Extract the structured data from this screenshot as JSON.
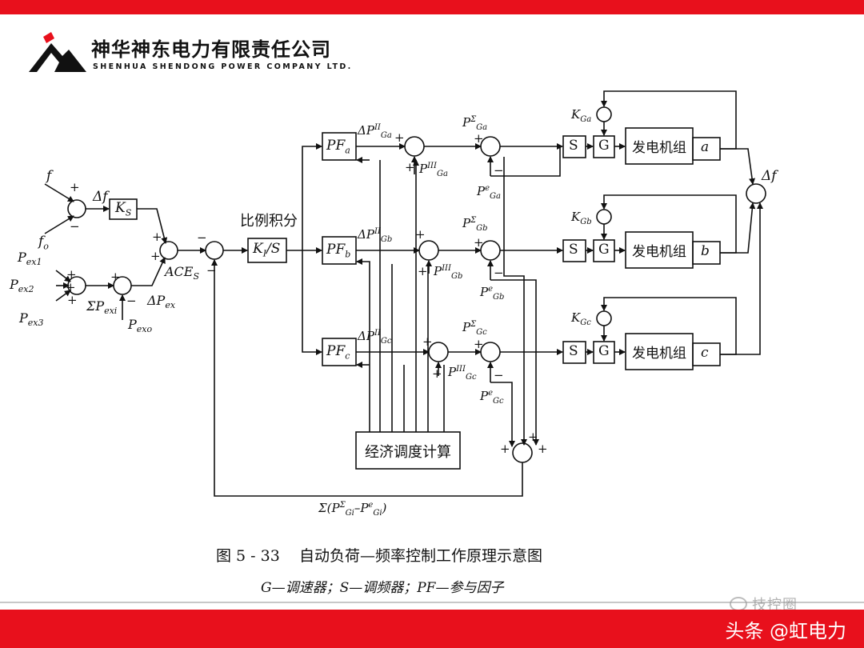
{
  "header": {
    "company_cn": "神华神东电力有限责任公司",
    "company_en": "SHENHUA SHENDONG POWER COMPANY LTD."
  },
  "diagram": {
    "blocks": {
      "ks": "K",
      "ks_sub": "S",
      "ki": "K",
      "ki_sub": "I",
      "ki_suffix": "/S",
      "pi_label": "比例积分",
      "pfa": "PF",
      "pfa_sub": "a",
      "pfb": "PF",
      "pfb_sub": "b",
      "pfc": "PF",
      "pfc_sub": "c",
      "s": "S",
      "g": "G",
      "gen": "发电机组",
      "gen_a": "a",
      "gen_b": "b",
      "gen_c": "c",
      "econ": "经济调度计算"
    },
    "labels": {
      "f": "f",
      "fo": "f",
      "fo_sub": "o",
      "delta_f": "Δf",
      "delta_f_right": "Δf",
      "pex1": "P",
      "pex1_sub": "ex1",
      "pex2": "P",
      "pex2_sub": "ex2",
      "pex3": "P",
      "pex3_sub": "ex3",
      "sum_pexi": "ΣP",
      "sum_pexi_sub": "exi",
      "pexo": "P",
      "pexo_sub": "exo",
      "delta_pex": "ΔP",
      "delta_pex_sub": "ex",
      "ace": "ACE",
      "ace_sub": "S",
      "kga": "K",
      "kga_sub": "Ga",
      "kgb": "K",
      "kgb_sub": "Gb",
      "kgc": "K",
      "kgc_sub": "Gc",
      "dp_ga": "ΔP",
      "dp_ga_sup": "II",
      "dp_ga_sub": "Ga",
      "dp_gb": "ΔP",
      "dp_gb_sup": "II",
      "dp_gb_sub": "Gb",
      "dp_gc": "ΔP",
      "dp_gc_sup": "II",
      "dp_gc_sub": "Gc",
      "p3_ga": "P",
      "p3_ga_sup": "III",
      "p3_ga_sub": "Ga",
      "p3_gb": "P",
      "p3_gb_sup": "III",
      "p3_gb_sub": "Gb",
      "p3_gc": "P",
      "p3_gc_sup": "III",
      "p3_gc_sub": "Gc",
      "psum_ga": "P",
      "psum_ga_sup": "Σ",
      "psum_ga_sub": "Ga",
      "psum_gb": "P",
      "psum_gb_sup": "Σ",
      "psum_gb_sub": "Gb",
      "psum_gc": "P",
      "psum_gc_sup": "Σ",
      "psum_gc_sub": "Gc",
      "pe_ga": "P",
      "pe_ga_sup": "e",
      "pe_ga_sub": "Ga",
      "pe_gb": "P",
      "pe_gb_sup": "e",
      "pe_gb_sub": "Gb",
      "pe_gc": "P",
      "pe_gc_sup": "e",
      "pe_gc_sub": "Gc",
      "bottom_sum": "Σ(P",
      "bottom_sum_sup1": "Σ",
      "bottom_sum_sub1": "Gi",
      "bottom_sum_mid": "–P",
      "bottom_sum_sup2": "e",
      "bottom_sum_sub2": "Gi",
      "bottom_sum_end": ")"
    },
    "caption": "图 5 - 33    自动负荷—频率控制工作原理示意图",
    "legend": "G—调速器；S—调频器；PF—参与因子"
  },
  "footer": {
    "watermark": "头条 @虹电力",
    "ghost_mark": "技控圈"
  },
  "colors": {
    "band": "#e8101c",
    "line": "#111111"
  }
}
